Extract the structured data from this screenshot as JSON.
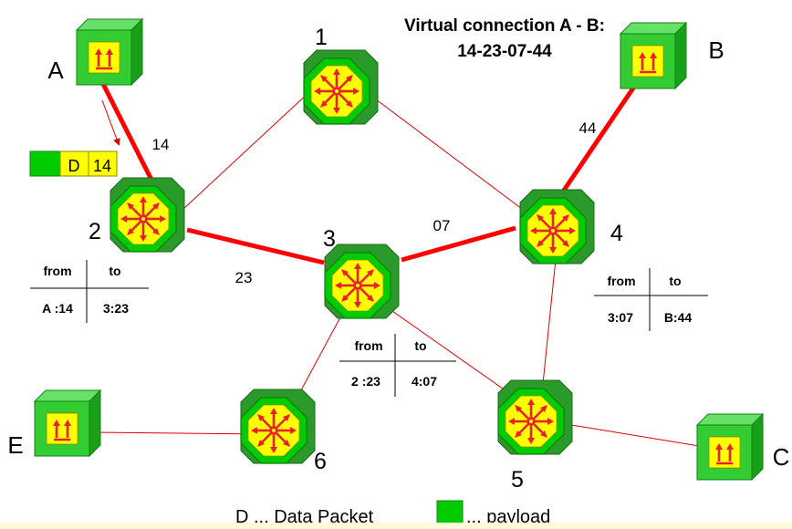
{
  "title_line1": "Virtual connection A - B:",
  "title_line2": "14-23-07-44",
  "nodes": {
    "A": "A",
    "B": "B",
    "C": "C",
    "E": "E",
    "r1": "1",
    "r2": "2",
    "r3": "3",
    "r4": "4",
    "r5": "5",
    "r6": "6"
  },
  "link_labels": {
    "a2": "14",
    "r2r3": "23",
    "r3r4": "07",
    "r4b": "44"
  },
  "packet": {
    "type_letter": "D",
    "vci": "14"
  },
  "tables": {
    "r2": {
      "from_header": "from",
      "to_header": "to",
      "from": "A :14",
      "to": "3:23"
    },
    "r3": {
      "from_header": "from",
      "to_header": "to",
      "from": "2 :23",
      "to": "4:07"
    },
    "r4": {
      "from_header": "from",
      "to_header": "to",
      "from": "3:07",
      "to": "B:44"
    }
  },
  "legend": {
    "data_packet": "D ... Data Packet",
    "payload": "... payload"
  },
  "colors": {
    "router_green": "#00cc00",
    "router_yellow": "#ffff00",
    "arrow_red": "#e8202a",
    "active_link": "#ff0000",
    "thin_link": "#dd0000",
    "host_green": "#33cc33"
  }
}
